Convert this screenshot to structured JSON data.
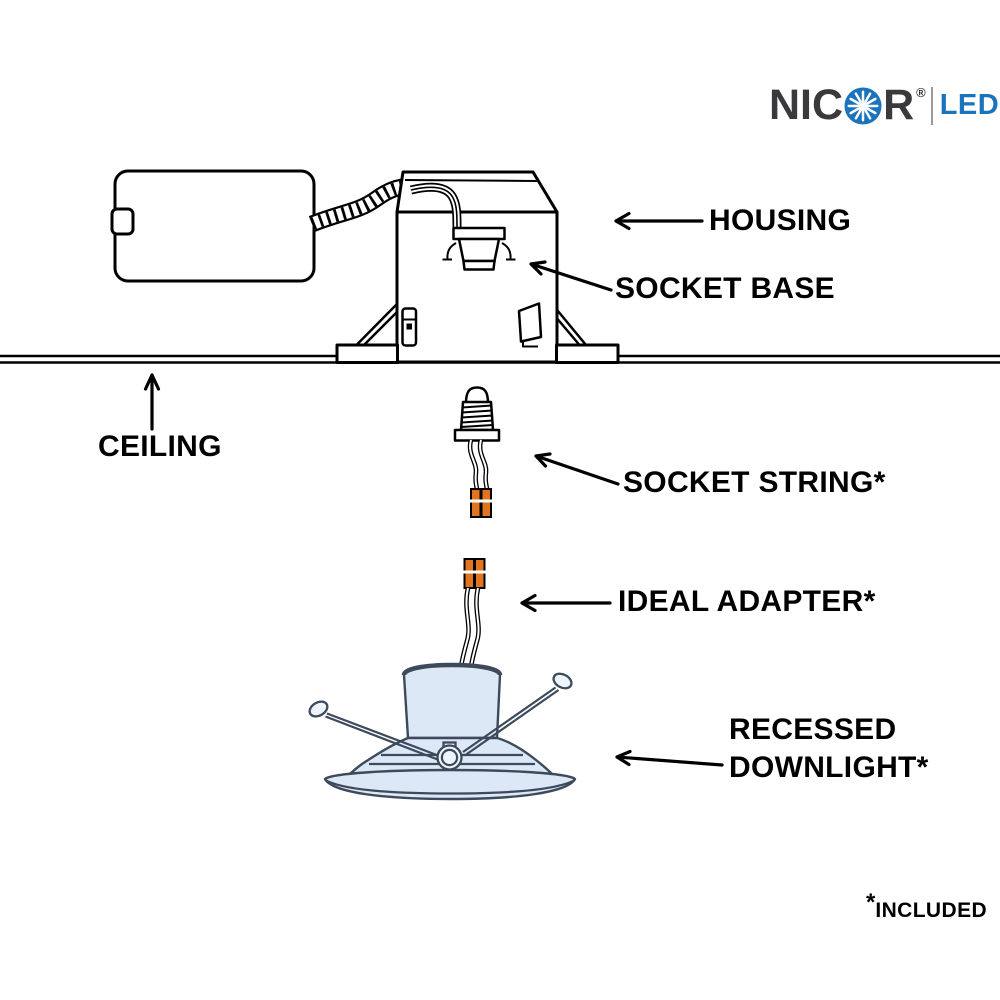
{
  "colors": {
    "background": "#ffffff",
    "text": "#000000",
    "line": "#000000",
    "logo-dark": "#3a3a3c",
    "logo-blue": "#1b74bb",
    "logo-divider": "#9a9a9a",
    "downlight-fill": "#dce8f6",
    "downlight-line": "#3d4a5c",
    "connector-orange": "#e0741f"
  },
  "logo": {
    "brand_prefix": "NIC",
    "brand_suffix": "R",
    "registered_mark": "®",
    "sub_brand": "LED"
  },
  "labels": {
    "housing": "HOUSING",
    "socket_base": "SOCKET BASE",
    "ceiling": "CEILING",
    "socket_string": "SOCKET STRING*",
    "ideal_adapter": "IDEAL ADAPTER*",
    "recessed_downlight_line1": "RECESSED",
    "recessed_downlight_line2": "DOWNLIGHT*"
  },
  "footnote": {
    "asterisk": "*",
    "text": "INCLUDED"
  }
}
